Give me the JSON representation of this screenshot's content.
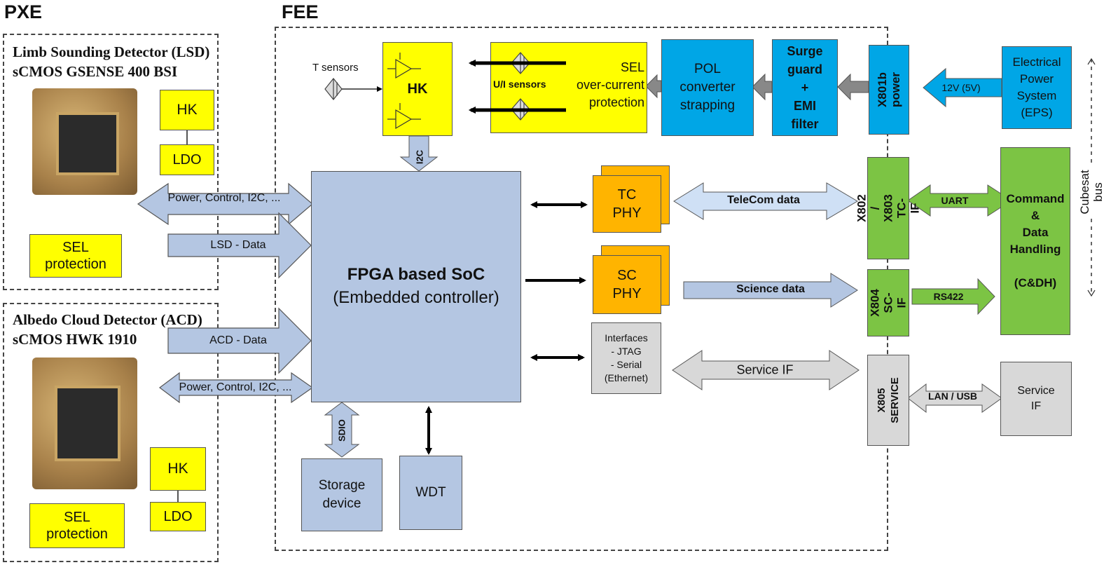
{
  "sections": {
    "pxe": "PXE",
    "fee": "FEE"
  },
  "lsd": {
    "title": "Limb Sounding Detector (LSD)\nsCMOS GSENSE 400 BSI",
    "hk": "HK",
    "ldo": "LDO",
    "sel": "SEL\nprotection"
  },
  "acd": {
    "title": "Albedo Cloud Detector (ACD)\nsCMOS HWK 1910",
    "hk": "HK",
    "ldo": "LDO",
    "sel": "SEL\nprotection"
  },
  "fee": {
    "t_sensors": "T sensors",
    "hk": "HK",
    "ui_sensors": "U/I sensors",
    "sel_protection": "SEL\nover-current\nprotection",
    "pol": "POL\nconverter\nstrapping",
    "surge": "Surge\nguard\n+\nEMI\nfilter",
    "x801b": "X801b\npower",
    "eps_link": "12V (5V)",
    "eps": "Electrical\nPower\nSystem\n(EPS)",
    "i2c": "I2C",
    "fpga_title": "FPGA based SoC",
    "fpga_sub": "(Embedded controller)",
    "tc_phy": "TC\nPHY",
    "sc_phy": "SC\nPHY",
    "interfaces": "Interfaces\n- JTAG\n- Serial\n(Ethernet)",
    "telecom": "TeleCom data",
    "science": "Science data",
    "service_if_link": "Service IF",
    "x802": "X802 / X803\nTC-IF",
    "x804": "X804\nSC-IF",
    "x805": "X805\nSERVICE",
    "uart": "UART",
    "rs422": "RS422",
    "lan_usb": "LAN / USB",
    "cdh": "Command\n&\nData\nHandling\n\n(C&DH)",
    "service_if": "Service\nIF",
    "sdio": "SDIO",
    "storage": "Storage\ndevice",
    "wdt": "WDT",
    "cubesat_bus": "Cubesat bus"
  },
  "links": {
    "lsd_power": "Power, Control, I2C, ...",
    "lsd_data": "LSD - Data",
    "acd_data": "ACD - Data",
    "acd_power": "Power, Control, I2C, ..."
  },
  "colors": {
    "yellow": "#ffff00",
    "blue": "#00a6e6",
    "green": "#7cc444",
    "lightblue": "#b4c6e2",
    "grey": "#d8d8d8",
    "orange": "#ffb400"
  }
}
